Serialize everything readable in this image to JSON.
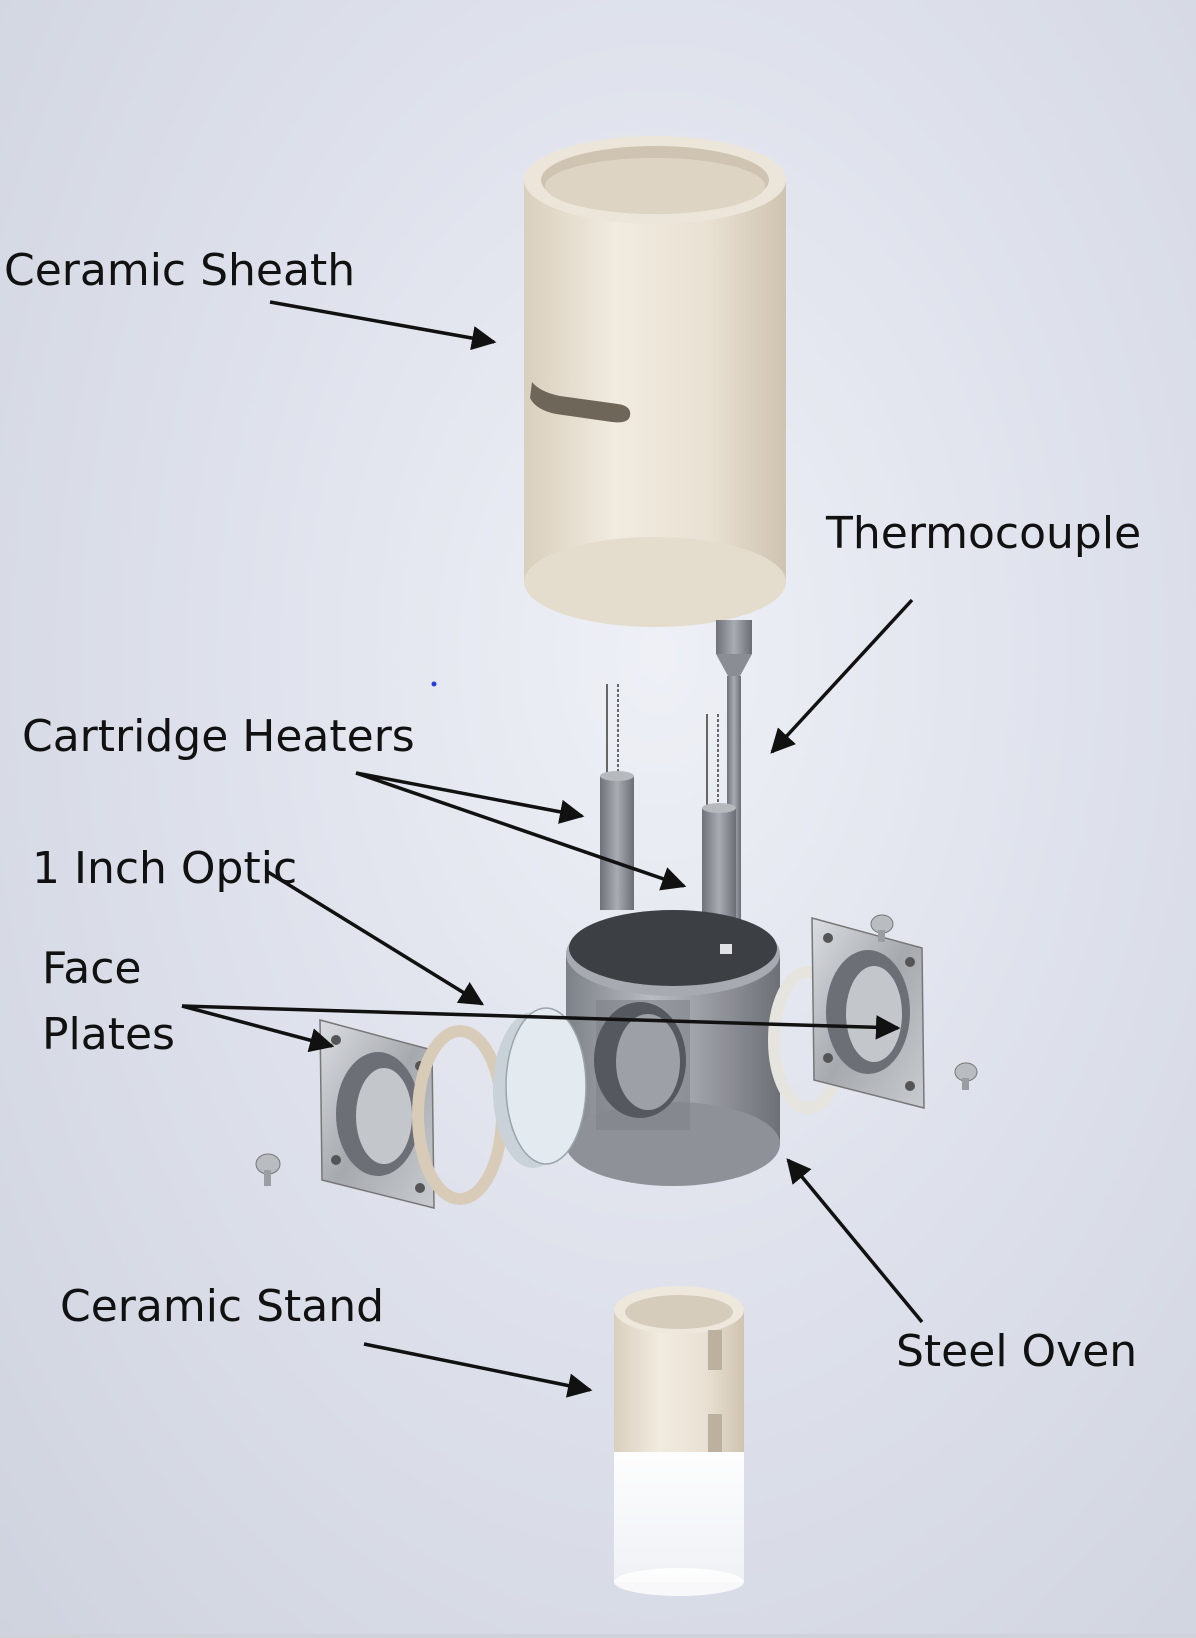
{
  "labels": {
    "ceramic_sheath": "Ceramic Sheath",
    "thermocouple": "Thermocouple",
    "cartridge_heaters": "Cartridge Heaters",
    "one_inch_optic": "1 Inch Optic",
    "face_plates_line1": "Face",
    "face_plates_line2": "Plates",
    "ceramic_stand": "Ceramic Stand",
    "steel_oven": "Steel Oven"
  },
  "colors": {
    "ceramic": "#e9e1d3",
    "steel": "#9a9da3",
    "arrow": "#111111",
    "background": "#dfe2ec"
  }
}
